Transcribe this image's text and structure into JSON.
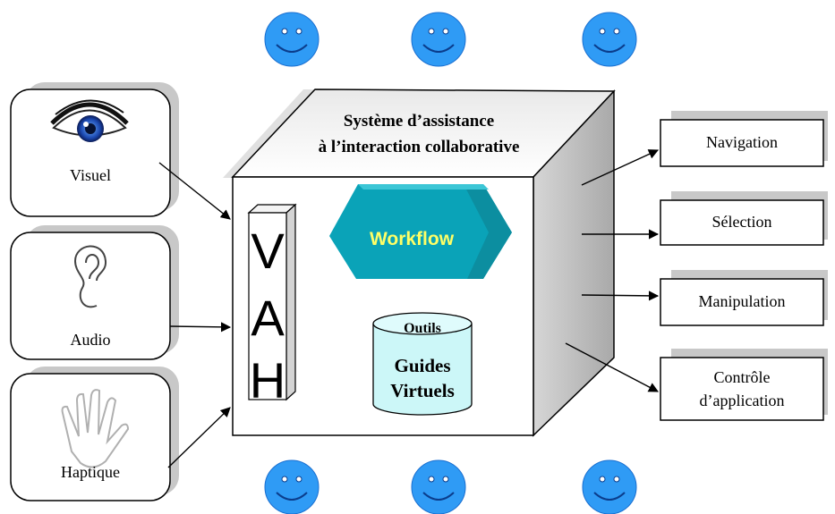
{
  "cube": {
    "title_line1": "Système d’assistance",
    "title_line2": "à l’interaction collaborative",
    "workflow_label": "Workflow",
    "tools": {
      "header": "Outils",
      "line1": "Guides",
      "line2": "Virtuels"
    },
    "vah_letters": [
      "V",
      "A",
      "H"
    ]
  },
  "inputs": [
    {
      "label": "Visuel",
      "icon": "eye-icon"
    },
    {
      "label": "Audio",
      "icon": "ear-icon"
    },
    {
      "label": "Haptique",
      "icon": "hand-icon"
    }
  ],
  "outputs": [
    {
      "label": "Navigation"
    },
    {
      "label": "Sélection"
    },
    {
      "label": "Manipulation"
    },
    {
      "label_line1": "Contrôle",
      "label_line2": "d’application"
    }
  ],
  "users": {
    "icon": "smiley-face-icon",
    "count_top": 3,
    "count_bottom": 3
  },
  "colors": {
    "smiley_fill": "#2f9bf5",
    "workflow_fill": "#0aa3b8",
    "workflow_text": "#ffff66",
    "tools_fill": "#ccf7f8",
    "cube_side": "#bcbcbc",
    "cube_top": "#f4f4f4",
    "box_shadow": "#c8c8c8"
  }
}
